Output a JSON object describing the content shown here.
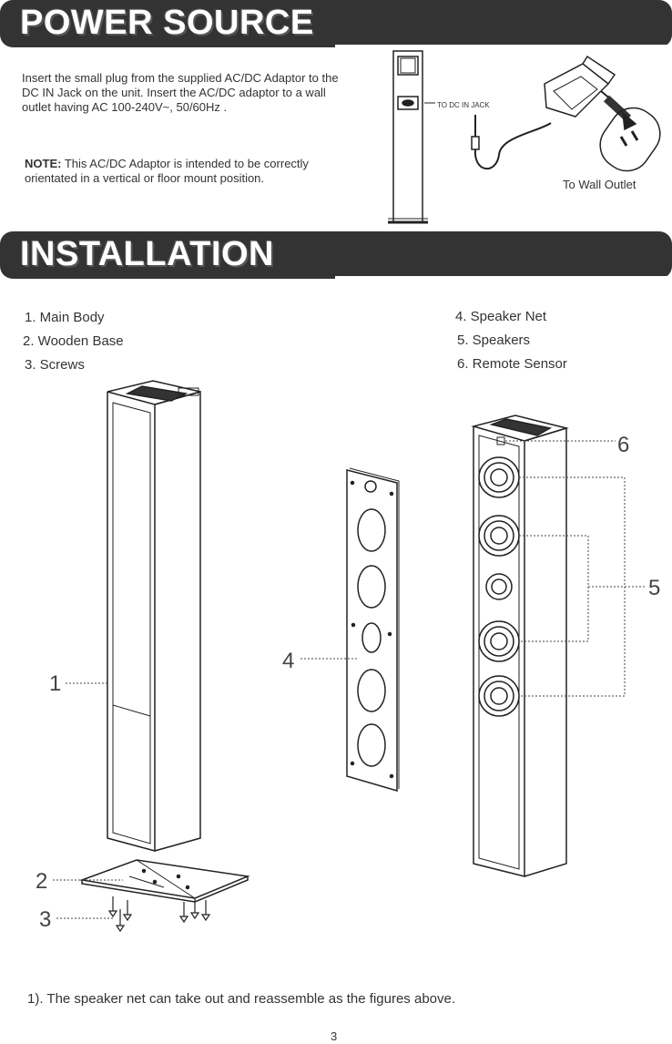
{
  "power_source": {
    "title": "POWER SOURCE",
    "instruction": "Insert the small plug from the supplied AC/DC Adaptor to the DC IN Jack on the unit. Insert the AC/DC adaptor to a wall outlet having AC 100-240V~, 50/60Hz .",
    "note_label": "NOTE:",
    "note_text": "This AC/DC Adaptor is intended to be correctly orientated in a vertical or floor mount position.",
    "dc_jack_label": "TO DC IN JACK",
    "wall_outlet_label": "To Wall Outlet"
  },
  "installation": {
    "title": "INSTALLATION",
    "parts_left": [
      "1. Main Body",
      "2. Wooden Base",
      "3. Screws"
    ],
    "parts_right": [
      "4. Speaker Net",
      "5. Speakers",
      "6. Remote Sensor"
    ],
    "callouts": [
      "1",
      "2",
      "3",
      "4",
      "5",
      "6"
    ],
    "footnote": "1). The speaker net can take out and reassemble as the figures above."
  },
  "page_number": "3"
}
